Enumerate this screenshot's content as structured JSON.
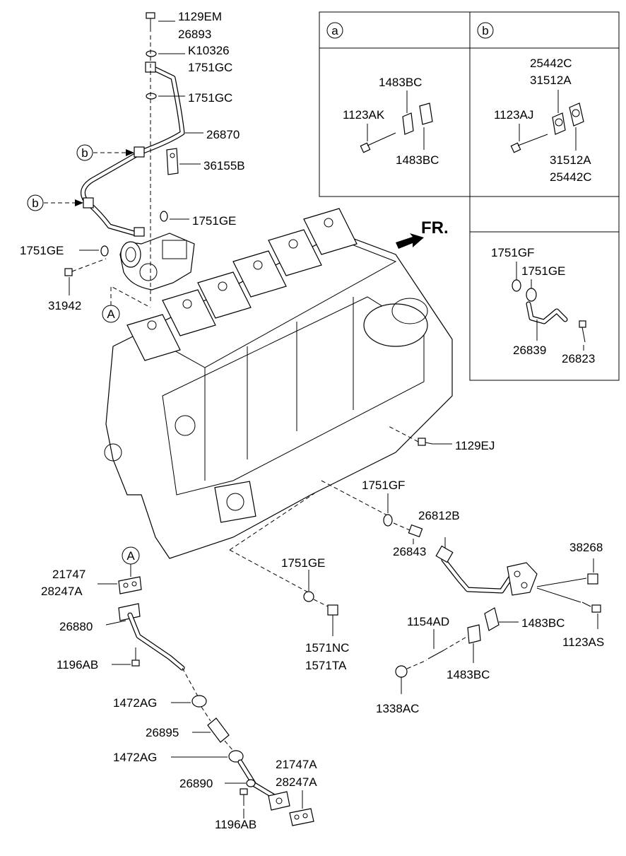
{
  "labels": {
    "l1129EM": "1129EM",
    "l26893": "26893",
    "lK10326": "K10326",
    "l1751GC_a": "1751GC",
    "l1751GC_b": "1751GC",
    "l26870": "26870",
    "l36155B": "36155B",
    "l1751GE_top": "1751GE",
    "l1751GE_left": "1751GE",
    "l31942": "31942",
    "l1129EJ": "1129EJ",
    "l1751GF_mid": "1751GF",
    "l26812B": "26812B",
    "l26843": "26843",
    "l38268": "38268",
    "l1483BC_r": "1483BC",
    "l1123AS": "1123AS",
    "l1154AD": "1154AD",
    "l1483BC_r2": "1483BC",
    "l1338AC": "1338AC",
    "l1751GE_mid": "1751GE",
    "l1571NC": "1571NC",
    "l1571TA": "1571TA",
    "l21747": "21747",
    "l28247A": "28247A",
    "l26880": "26880",
    "l1196AB_a": "1196AB",
    "l1472AG_a": "1472AG",
    "l26895": "26895",
    "l1472AG_b": "1472AG",
    "l26890": "26890",
    "l21747A": "21747A",
    "l28247A_b": "28247A",
    "l1196AB_b": "1196AB",
    "fr": "FR."
  },
  "callouts": {
    "A_top": "A",
    "A_bottom": "A",
    "b_upper": "b",
    "b_lower": "b"
  },
  "legend": {
    "header_a": "a",
    "header_b": "b",
    "a_1483BC_top": "1483BC",
    "a_1123AK": "1123AK",
    "a_1483BC_bottom": "1483BC",
    "b_25442C_top": "25442C",
    "b_31512A_top": "31512A",
    "b_1123AJ": "1123AJ",
    "b_31512A_bottom": "31512A",
    "b_25442C_bottom": "25442C",
    "c_1751GF": "1751GF",
    "c_1751GE": "1751GE",
    "c_26839": "26839",
    "c_26823": "26823"
  }
}
